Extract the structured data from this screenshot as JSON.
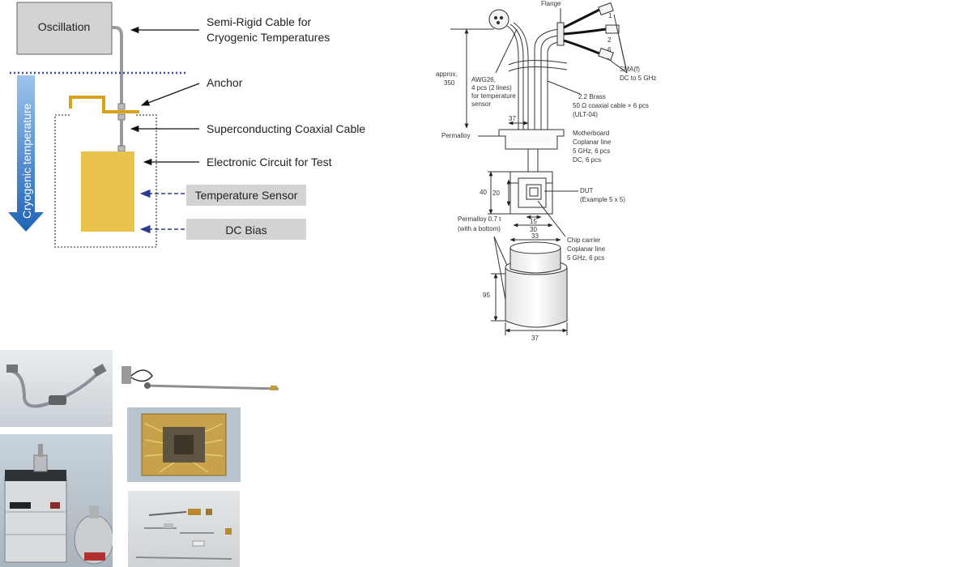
{
  "schematic": {
    "oscillation": "Oscillation",
    "semi_rigid_line1": "Semi-Rigid Cable for",
    "semi_rigid_line2": "Cryogenic Temperatures",
    "anchor": "Anchor",
    "superconducting": "Superconducting Coaxial Cable",
    "circuit": "Electronic Circuit for Test",
    "temp_sensor": "Temperature Sensor",
    "dc_bias": "DC Bias",
    "cryogenic": "Cryogenic temperature",
    "colors": {
      "gold": "#e8c24a",
      "gold_dark": "#d9a21a",
      "arrow_blue": "#2a6ebd",
      "dotted_blue": "#3a4aa8",
      "gray_box": "#d3d3d3"
    }
  },
  "drawing": {
    "flange": "Flange",
    "port1": "1",
    "port2": "2",
    "port6": "6",
    "sma_line1": "SMA(f)",
    "sma_line2": "DC to 5 GHz",
    "approx_line1": "approx.",
    "approx_line2": "350",
    "awg_line1": "AWG26,",
    "awg_line2": "4 pcs (2 lines)",
    "awg_line3": "for temperature",
    "awg_line4": "sensor",
    "brass_line1": "2.2 Brass",
    "brass_line2": "50 Ω coaxial cable × 6 pcs",
    "brass_line3": "(ULT-04)",
    "dim37_top": "37",
    "permalloy": "Permalloy",
    "mb_line1": "Motherboard",
    "mb_line2": "Coplanar  line",
    "mb_line3": "5 GHz, 6 pcs",
    "mb_line4": "DC, 6 pcs",
    "dim40": "40",
    "dim20": "20",
    "dut_line1": "DUT",
    "dut_line2": "(Example 5 x 5)",
    "dim15": "15",
    "dim30": "30",
    "perm07_line1": "Permalloy  0.7 t",
    "perm07_line2": "(with a bottom)",
    "dim33": "33",
    "chip_line1": "Chip carrier",
    "chip_line2": "Coplanar line",
    "chip_line3": "5 GHz, 6 pcs",
    "dim95": "95",
    "dim37_bottom": "37"
  },
  "photos": [
    {
      "name": "semi-rigid-cable-photo",
      "icon": "cable"
    },
    {
      "name": "probe-rod-photo",
      "icon": "probe"
    },
    {
      "name": "chip-carrier-photo",
      "icon": "chip"
    },
    {
      "name": "cryostat-photo",
      "icon": "dewar"
    },
    {
      "name": "cable-parts-photo",
      "icon": "parts"
    }
  ]
}
